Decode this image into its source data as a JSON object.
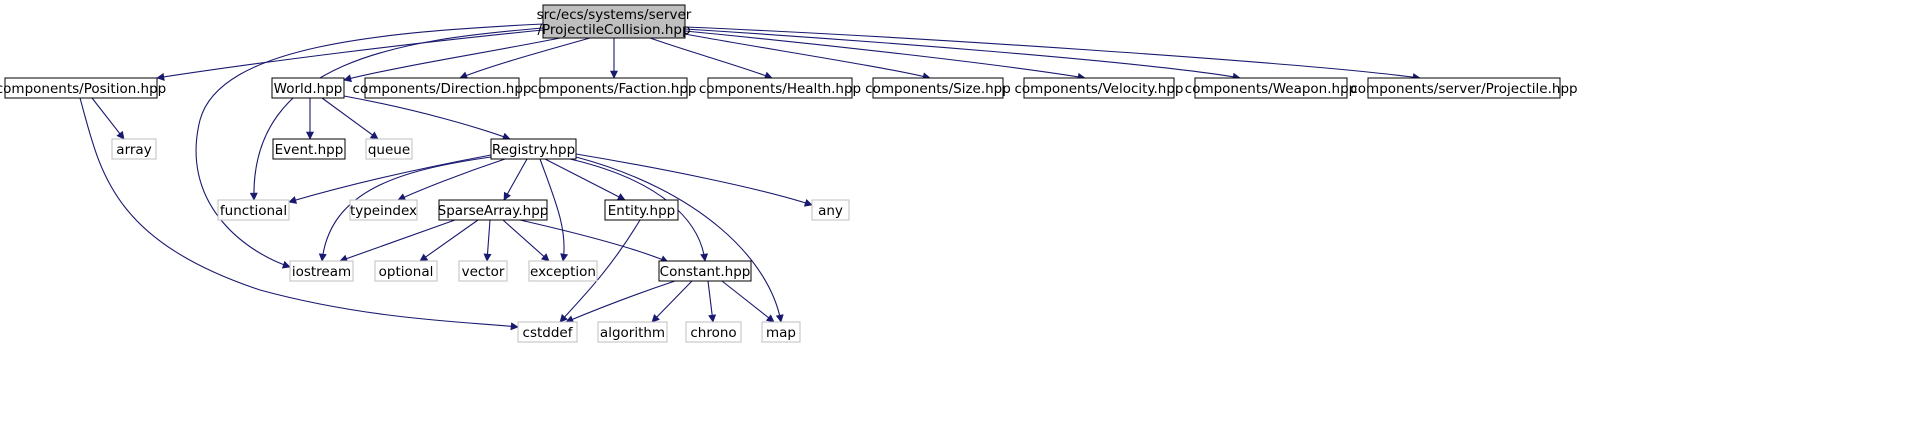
{
  "diagram": {
    "type": "include-dependency-graph",
    "colors": {
      "edge": "#191970",
      "root_fill": "#bfbfbf",
      "node_border": "#000000",
      "external_border": "#bfbfbf",
      "node_fill": "#ffffff"
    },
    "nodes": [
      {
        "id": "root",
        "lines": [
          "src/ecs/systems/server",
          "/ProjectileCollision.hpp"
        ],
        "kind": "root"
      },
      {
        "id": "position",
        "lines": [
          "components/Position.hpp"
        ],
        "kind": "internal"
      },
      {
        "id": "world",
        "lines": [
          "World.hpp"
        ],
        "kind": "internal"
      },
      {
        "id": "direction",
        "lines": [
          "components/Direction.hpp"
        ],
        "kind": "internal"
      },
      {
        "id": "faction",
        "lines": [
          "components/Faction.hpp"
        ],
        "kind": "internal"
      },
      {
        "id": "health",
        "lines": [
          "components/Health.hpp"
        ],
        "kind": "internal"
      },
      {
        "id": "size",
        "lines": [
          "components/Size.hpp"
        ],
        "kind": "internal"
      },
      {
        "id": "velocity",
        "lines": [
          "components/Velocity.hpp"
        ],
        "kind": "internal"
      },
      {
        "id": "weapon",
        "lines": [
          "components/Weapon.hpp"
        ],
        "kind": "internal"
      },
      {
        "id": "projectile",
        "lines": [
          "components/server/Projectile.hpp"
        ],
        "kind": "internal"
      },
      {
        "id": "array",
        "lines": [
          "array"
        ],
        "kind": "external"
      },
      {
        "id": "event",
        "lines": [
          "Event.hpp"
        ],
        "kind": "internal"
      },
      {
        "id": "queue",
        "lines": [
          "queue"
        ],
        "kind": "external"
      },
      {
        "id": "registry",
        "lines": [
          "Registry.hpp"
        ],
        "kind": "internal"
      },
      {
        "id": "functional",
        "lines": [
          "functional"
        ],
        "kind": "external"
      },
      {
        "id": "typeindex",
        "lines": [
          "typeindex"
        ],
        "kind": "external"
      },
      {
        "id": "sparsearray",
        "lines": [
          "SparseArray.hpp"
        ],
        "kind": "internal"
      },
      {
        "id": "entity",
        "lines": [
          "Entity.hpp"
        ],
        "kind": "internal"
      },
      {
        "id": "any",
        "lines": [
          "any"
        ],
        "kind": "external"
      },
      {
        "id": "iostream",
        "lines": [
          "iostream"
        ],
        "kind": "external"
      },
      {
        "id": "optional",
        "lines": [
          "optional"
        ],
        "kind": "external"
      },
      {
        "id": "vector",
        "lines": [
          "vector"
        ],
        "kind": "external"
      },
      {
        "id": "exception",
        "lines": [
          "exception"
        ],
        "kind": "external"
      },
      {
        "id": "constant",
        "lines": [
          "Constant.hpp"
        ],
        "kind": "internal"
      },
      {
        "id": "cstddef",
        "lines": [
          "cstddef"
        ],
        "kind": "external"
      },
      {
        "id": "algorithm",
        "lines": [
          "algorithm"
        ],
        "kind": "external"
      },
      {
        "id": "chrono",
        "lines": [
          "chrono"
        ],
        "kind": "external"
      },
      {
        "id": "map",
        "lines": [
          "map"
        ],
        "kind": "external"
      }
    ],
    "edges": [
      [
        "root",
        "position"
      ],
      [
        "root",
        "world"
      ],
      [
        "root",
        "direction"
      ],
      [
        "root",
        "faction"
      ],
      [
        "root",
        "health"
      ],
      [
        "root",
        "size"
      ],
      [
        "root",
        "velocity"
      ],
      [
        "root",
        "weapon"
      ],
      [
        "root",
        "projectile"
      ],
      [
        "root",
        "functional"
      ],
      [
        "root",
        "iostream"
      ],
      [
        "position",
        "array"
      ],
      [
        "position",
        "cstddef"
      ],
      [
        "world",
        "event"
      ],
      [
        "world",
        "queue"
      ],
      [
        "world",
        "registry"
      ],
      [
        "registry",
        "functional"
      ],
      [
        "registry",
        "typeindex"
      ],
      [
        "registry",
        "sparsearray"
      ],
      [
        "registry",
        "entity"
      ],
      [
        "registry",
        "any"
      ],
      [
        "registry",
        "iostream"
      ],
      [
        "registry",
        "exception"
      ],
      [
        "registry",
        "constant"
      ],
      [
        "registry",
        "map"
      ],
      [
        "sparsearray",
        "iostream"
      ],
      [
        "sparsearray",
        "optional"
      ],
      [
        "sparsearray",
        "vector"
      ],
      [
        "sparsearray",
        "exception"
      ],
      [
        "sparsearray",
        "constant"
      ],
      [
        "entity",
        "cstddef"
      ],
      [
        "constant",
        "cstddef"
      ],
      [
        "constant",
        "algorithm"
      ],
      [
        "constant",
        "chrono"
      ],
      [
        "constant",
        "map"
      ]
    ]
  }
}
